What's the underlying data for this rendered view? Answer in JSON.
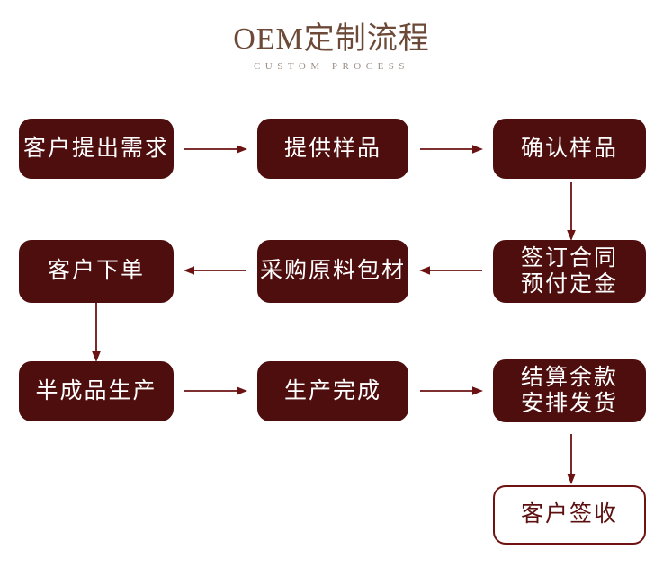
{
  "title": {
    "main": "OEM定制流程",
    "subtitle": "CUSTOM PROCESS",
    "main_color": "#6d4a38",
    "subtitle_color": "#9d8d83"
  },
  "theme": {
    "box_fill": "#4f0e0e",
    "box_text": "#ffffff",
    "outline_border": "#6e1212",
    "outline_text": "#5d1010",
    "arrow_color": "#6b1212",
    "background": "#ffffff"
  },
  "flow": {
    "nodes": [
      {
        "id": "n1",
        "label": "客户提出需求",
        "style": "filled",
        "row": 1,
        "col": 1
      },
      {
        "id": "n2",
        "label": "提供样品",
        "style": "filled",
        "row": 1,
        "col": 2
      },
      {
        "id": "n3",
        "label": "确认样品",
        "style": "filled",
        "row": 1,
        "col": 3
      },
      {
        "id": "n4",
        "label": "签订合同\n预付定金",
        "style": "filled",
        "row": 2,
        "col": 3
      },
      {
        "id": "n5",
        "label": "采购原料包材",
        "style": "filled",
        "row": 2,
        "col": 2
      },
      {
        "id": "n6",
        "label": "客户下单",
        "style": "filled",
        "row": 2,
        "col": 1
      },
      {
        "id": "n7",
        "label": "半成品生产",
        "style": "filled",
        "row": 3,
        "col": 1
      },
      {
        "id": "n8",
        "label": "生产完成",
        "style": "filled",
        "row": 3,
        "col": 2
      },
      {
        "id": "n9",
        "label": "结算余款\n安排发货",
        "style": "filled",
        "row": 3,
        "col": 3
      },
      {
        "id": "n10",
        "label": "客户签收",
        "style": "outlined",
        "row": 4,
        "col": 3
      }
    ],
    "edges": [
      {
        "from": "n1",
        "to": "n2",
        "direction": "right"
      },
      {
        "from": "n2",
        "to": "n3",
        "direction": "right"
      },
      {
        "from": "n3",
        "to": "n4",
        "direction": "down"
      },
      {
        "from": "n4",
        "to": "n5",
        "direction": "left"
      },
      {
        "from": "n5",
        "to": "n6",
        "direction": "left"
      },
      {
        "from": "n6",
        "to": "n7",
        "direction": "down"
      },
      {
        "from": "n7",
        "to": "n8",
        "direction": "right"
      },
      {
        "from": "n8",
        "to": "n9",
        "direction": "right"
      },
      {
        "from": "n9",
        "to": "n10",
        "direction": "down"
      }
    ]
  }
}
